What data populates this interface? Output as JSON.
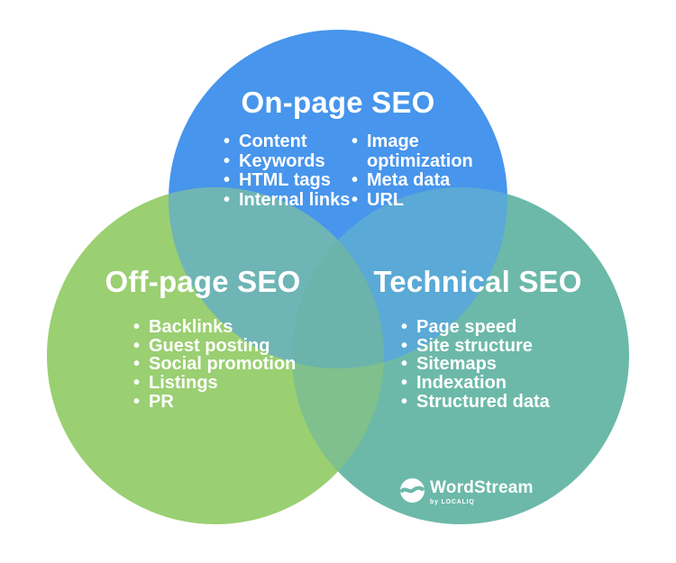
{
  "diagram": {
    "background": "#ffffff",
    "text_color": "#ffffff",
    "circles": {
      "on_page": {
        "label": "On-page SEO",
        "color": "#4795EC",
        "items_col1": [
          "Content",
          "Keywords",
          "HTML tags",
          "Internal links"
        ],
        "items_col2": [
          "Image optimization",
          "Meta data",
          "URL"
        ]
      },
      "off_page": {
        "label": "Off-page SEO",
        "color": "#9ACF72",
        "items": [
          "Backlinks",
          "Guest posting",
          "Social promotion",
          "Listings",
          "PR"
        ]
      },
      "technical": {
        "label": "Technical SEO",
        "color": "#6CB9A9",
        "items": [
          "Page speed",
          "Site structure",
          "Sitemaps",
          "Indexation",
          "Structured data"
        ]
      }
    },
    "overlaps": {
      "on_off": "#6FB5B5",
      "on_technical": "#5AA9D6",
      "off_technical": "#7FC08C",
      "center": "#6BB3AB"
    },
    "logo": {
      "name": "WordStream",
      "byline": "by LOCALIQ",
      "disc_color": "#ffffff",
      "wave_color": "#6CB9A9"
    }
  }
}
